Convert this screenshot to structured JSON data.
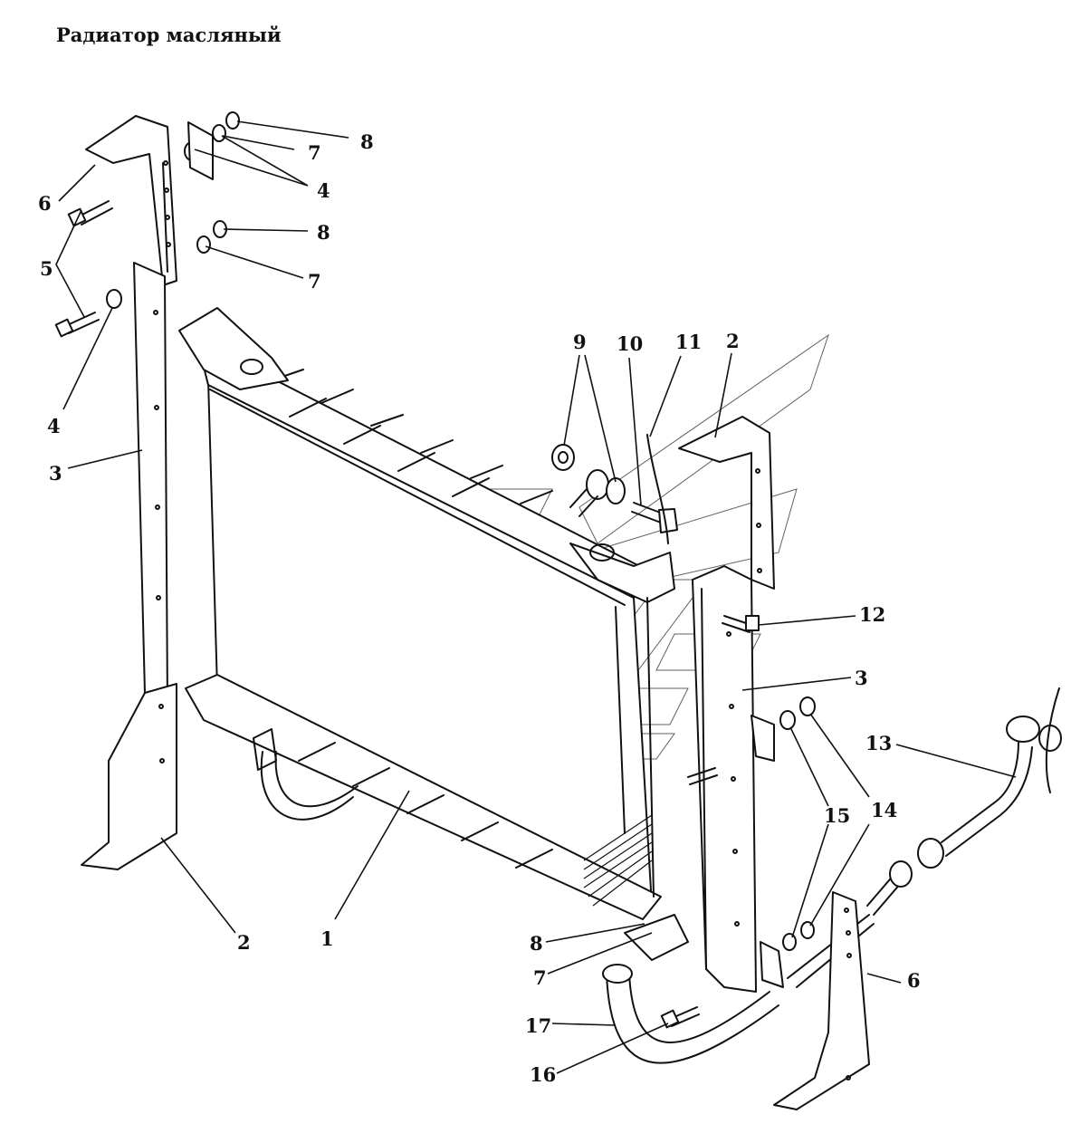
{
  "title": "Радиатор масляный",
  "callouts": [
    {
      "id": "c-8a",
      "text": "8"
    },
    {
      "id": "c-7a",
      "text": "7"
    },
    {
      "id": "c-4a",
      "text": "4"
    },
    {
      "id": "c-6a",
      "text": "6"
    },
    {
      "id": "c-8b",
      "text": "8"
    },
    {
      "id": "c-5",
      "text": "5"
    },
    {
      "id": "c-7b",
      "text": "7"
    },
    {
      "id": "c-4b",
      "text": "4"
    },
    {
      "id": "c-3a",
      "text": "3"
    },
    {
      "id": "c-9",
      "text": "9"
    },
    {
      "id": "c-10",
      "text": "10"
    },
    {
      "id": "c-11",
      "text": "11"
    },
    {
      "id": "c-2a",
      "text": "2"
    },
    {
      "id": "c-12",
      "text": "12"
    },
    {
      "id": "c-3b",
      "text": "3"
    },
    {
      "id": "c-13",
      "text": "13"
    },
    {
      "id": "c-15",
      "text": "15"
    },
    {
      "id": "c-14",
      "text": "14"
    },
    {
      "id": "c-2b",
      "text": "2"
    },
    {
      "id": "c-1",
      "text": "1"
    },
    {
      "id": "c-8c",
      "text": "8"
    },
    {
      "id": "c-7c",
      "text": "7"
    },
    {
      "id": "c-6b",
      "text": "6"
    },
    {
      "id": "c-17",
      "text": "17"
    },
    {
      "id": "c-16",
      "text": "16"
    }
  ]
}
